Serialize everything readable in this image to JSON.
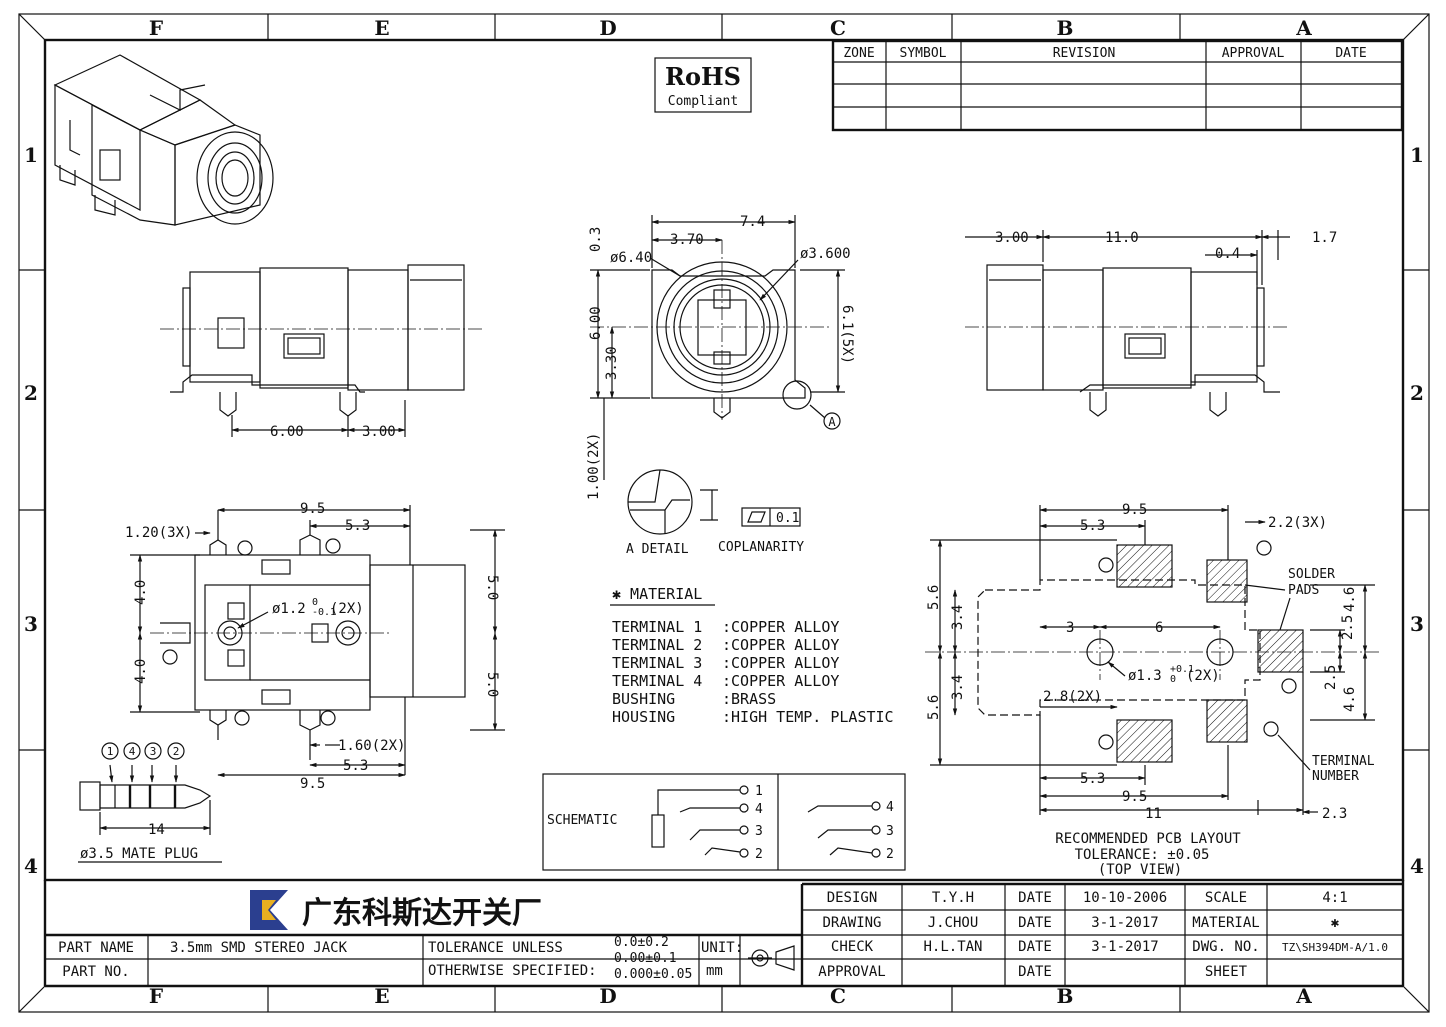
{
  "border": {
    "columns": [
      "F",
      "E",
      "D",
      "C",
      "B",
      "A"
    ],
    "rows": [
      "1",
      "2",
      "3",
      "4"
    ]
  },
  "rohs": {
    "line1": "RoHS",
    "line2": "Compliant"
  },
  "revision_table": {
    "headers": [
      "ZONE",
      "SYMBOL",
      "REVISION",
      "APPROVAL",
      "DATE"
    ]
  },
  "dims": {
    "front": {
      "w1": "6.00",
      "w2": "3.00"
    },
    "end": {
      "top": "7.4",
      "mid": "3.70",
      "gap": "0.3",
      "d1": "ø6.40",
      "d2": "ø3.600",
      "h1": "6.00",
      "h2": "3.30",
      "h3": "6.1(5X)",
      "h4": "1.00(2X)",
      "detail_mark": "A"
    },
    "side": {
      "d1": "3.00",
      "d2": "11.0",
      "d3": "0.4",
      "d4": "1.7"
    },
    "top": {
      "w1": "9.5",
      "w2": "5.3",
      "t1": "1.20(3X)",
      "v1": "4.0",
      "v2": "4.0",
      "v3": "5.0",
      "v4": "5.0",
      "hole": "ø1.2",
      "tol_up": "0",
      "tol_dn": "-0.1",
      "hole_x": "(2X)",
      "w3": "1.60(2X)",
      "w4": "5.3",
      "w5": "9.5"
    },
    "plug": {
      "len": "14",
      "caption": "ø3.5 MATE PLUG",
      "labels": [
        "1",
        "4",
        "3",
        "2"
      ]
    },
    "pcb": {
      "w1": "9.5",
      "w2": "5.3",
      "w3": "2.2(3X)",
      "h1": "5.6",
      "h2": "3.4",
      "h3": "5.6",
      "h4": "3.4",
      "x1": "3",
      "x2": "6",
      "hole": "ø1.3",
      "tol_up": "+0.1",
      "tol_dn": "0",
      "hole_x": "(2X)",
      "w4": "2.8(2X)",
      "w5": "5.3",
      "w6": "9.5",
      "w7": "11",
      "w8": "2.3",
      "v1": "4.6",
      "v2": "2.5",
      "v3": "2.5",
      "v4": "4.6",
      "solder": "SOLDER",
      "pads": "PADS",
      "term": "TERMINAL",
      "number": "NUMBER",
      "cap1": "RECOMMENDED PCB LAYOUT",
      "cap2": "TOLERANCE: ±0.05",
      "cap3": "(TOP VIEW)"
    }
  },
  "detail": {
    "label": "A DETAIL",
    "coplanarity": "COPLANARITY",
    "tol": "0.1"
  },
  "material": {
    "title": "✱ MATERIAL",
    "rows": [
      {
        "item": "TERMINAL 1",
        "mat": ":COPPER ALLOY"
      },
      {
        "item": "TERMINAL 2",
        "mat": ":COPPER ALLOY"
      },
      {
        "item": "TERMINAL 3",
        "mat": ":COPPER ALLOY"
      },
      {
        "item": "TERMINAL 4",
        "mat": ":COPPER ALLOY"
      },
      {
        "item": "BUSHING",
        "mat": ":BRASS"
      },
      {
        "item": "HOUSING",
        "mat": ":HIGH TEMP. PLASTIC"
      }
    ]
  },
  "schematic": {
    "label": "SCHEMATIC",
    "pins": [
      "1",
      "4",
      "3",
      "2"
    ],
    "pins2": [
      "4",
      "3",
      "2"
    ]
  },
  "title_block": {
    "company": "广东科斯达开关厂",
    "part_name_label": "PART NAME",
    "part_name": "3.5mm SMD STEREO JACK",
    "part_no_label": "PART NO.",
    "part_no": "",
    "tol1": "TOLERANCE UNLESS",
    "tol2": "OTHERWISE SPECIFIED:",
    "tv1": "0.0±0.2",
    "tv2": "0.00±0.1",
    "tv3": "0.000±0.05",
    "unit_label": "UNIT:",
    "unit": "mm",
    "rows": [
      {
        "role": "DESIGN",
        "name": "T.Y.H",
        "dl": "DATE",
        "date": "10-10-2006",
        "k": "SCALE",
        "v": "4:1"
      },
      {
        "role": "DRAWING",
        "name": "J.CHOU",
        "dl": "DATE",
        "date": "3-1-2017",
        "k": "MATERIAL",
        "v": "✱"
      },
      {
        "role": "CHECK",
        "name": "H.L.TAN",
        "dl": "DATE",
        "date": "3-1-2017",
        "k": "DWG. NO.",
        "v": "TZ\\SH394DM-A/1.0"
      },
      {
        "role": "APPROVAL",
        "name": "",
        "dl": "DATE",
        "date": "",
        "k": "SHEET",
        "v": ""
      }
    ]
  }
}
